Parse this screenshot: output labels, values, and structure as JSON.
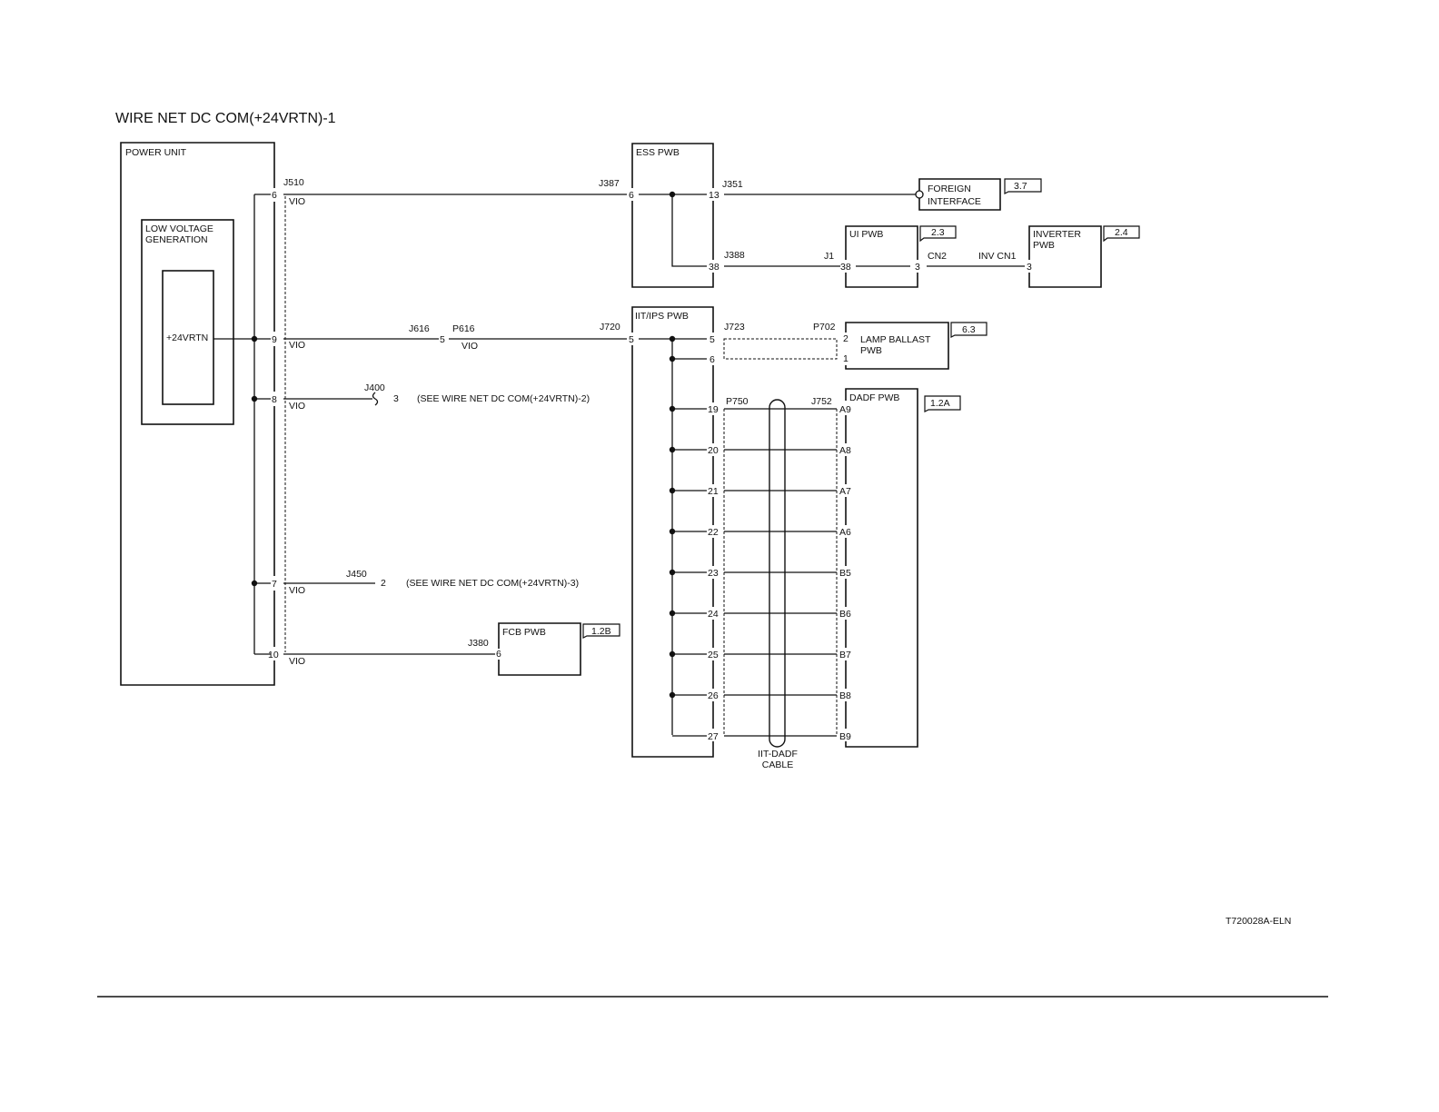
{
  "title": "WIRE NET DC COM(+24VRTN)-1",
  "drawing_id": "T720028A-ELN",
  "power_unit": {
    "label": "POWER UNIT",
    "lvg_label_1": "LOW VOLTAGE",
    "lvg_label_2": "GENERATION",
    "source": "+24VRTN",
    "connector": "J510",
    "pins": [
      "6",
      "9",
      "8",
      "7",
      "10"
    ]
  },
  "wires": {
    "color": "VIO",
    "j387": "J387",
    "j387_pin": "6",
    "j616": "J616",
    "p616": "P616",
    "j616_pin": "5",
    "j720": "J720",
    "j720_pin": "5",
    "j400": "J400",
    "j400_pin": "3",
    "j400_ref": "(SEE WIRE NET DC COM(+24VRTN)-2)",
    "j450": "J450",
    "j450_pin": "2",
    "j450_ref": "(SEE WIRE NET DC COM(+24VRTN)-3)",
    "j380": "J380",
    "j380_pin": "6"
  },
  "ess_pwb": {
    "label": "ESS PWB",
    "j351": "J351",
    "pin13": "13",
    "j388": "J388",
    "pin38": "38"
  },
  "foreign_interface": {
    "label_1": "FOREIGN",
    "label_2": "INTERFACE",
    "ref": "3.7"
  },
  "ui_pwb": {
    "label": "UI PWB",
    "ref": "2.3",
    "j1": "J1",
    "pin_in": "38",
    "pin_out": "3",
    "cn2": "CN2"
  },
  "inverter_pwb": {
    "label_1": "INVERTER",
    "label_2": "PWB",
    "ref": "2.4",
    "inv_cn1": "INV CN1",
    "pin": "3"
  },
  "iit_ips_pwb": {
    "label": "IIT/IPS PWB",
    "j723": "J723",
    "pins": [
      "5",
      "6"
    ],
    "p750": "P750"
  },
  "lamp_ballast_pwb": {
    "label_1": "LAMP BALLAST",
    "label_2": "PWB",
    "ref": "6.3",
    "p702": "P702",
    "pins": [
      "2",
      "1"
    ]
  },
  "dadf_pwb": {
    "label": "DADF PWB",
    "ref": "1.2A",
    "j752": "J752"
  },
  "dadf_rows": [
    {
      "iit": "19",
      "dadf": "A9"
    },
    {
      "iit": "20",
      "dadf": "A8"
    },
    {
      "iit": "21",
      "dadf": "A7"
    },
    {
      "iit": "22",
      "dadf": "A6"
    },
    {
      "iit": "23",
      "dadf": "B5"
    },
    {
      "iit": "24",
      "dadf": "B6"
    },
    {
      "iit": "25",
      "dadf": "B7"
    },
    {
      "iit": "26",
      "dadf": "B8"
    },
    {
      "iit": "27",
      "dadf": "B9"
    }
  ],
  "cable": {
    "label_1": "IIT-DADF",
    "label_2": "CABLE"
  },
  "fcb_pwb": {
    "label": "FCB PWB",
    "ref": "1.2B"
  }
}
